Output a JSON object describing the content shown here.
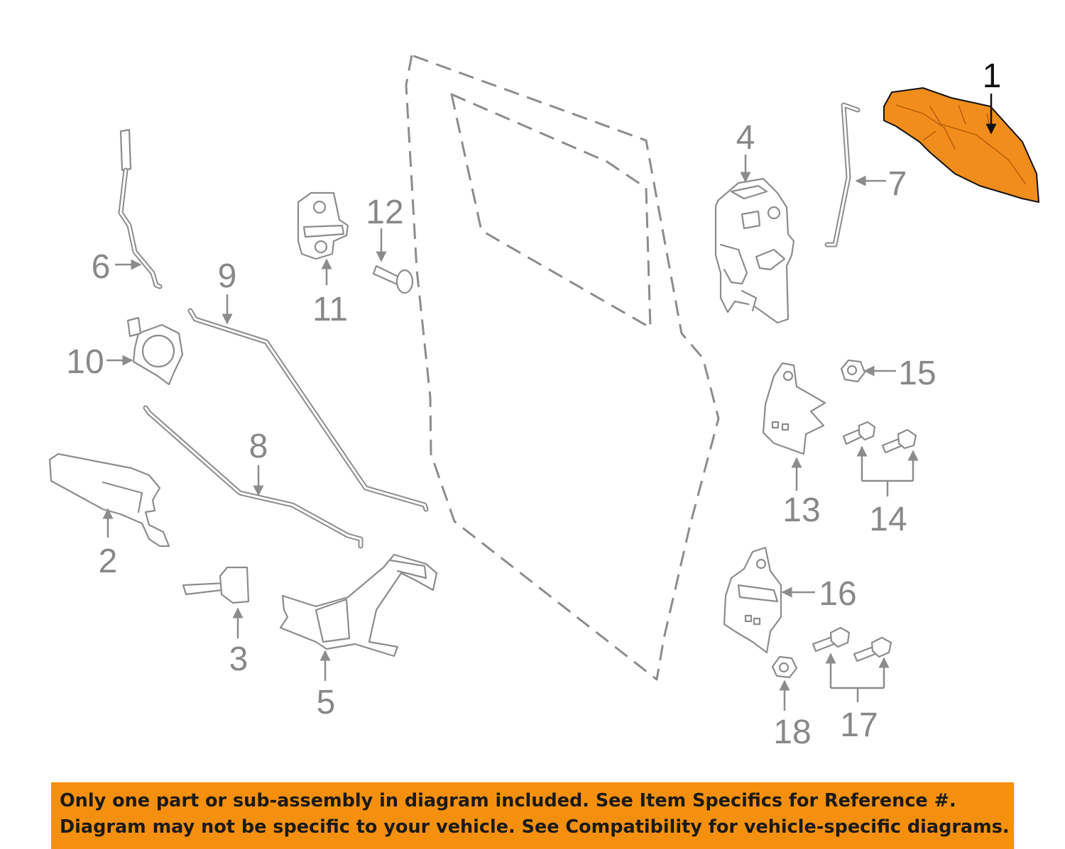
{
  "callouts": {
    "c1": "1",
    "c2": "2",
    "c3": "3",
    "c4": "4",
    "c5": "5",
    "c6": "6",
    "c7": "7",
    "c8": "8",
    "c9": "9",
    "c10": "10",
    "c11": "11",
    "c12": "12",
    "c13": "13",
    "c14": "14",
    "c15": "15",
    "c16": "16",
    "c17": "17",
    "c18": "18"
  },
  "highlighted_part": "1",
  "colors": {
    "highlight": "#f08d1c",
    "banner": "#f5900f",
    "line": "#8c8c8c",
    "callout_text": "#888888"
  },
  "disclaimer": {
    "line1": "Only one part or sub-assembly in diagram included. See Item Specifics for Reference #.",
    "line2": "Diagram may not be specific to your vehicle. See Compatibility for vehicle-specific diagrams."
  }
}
